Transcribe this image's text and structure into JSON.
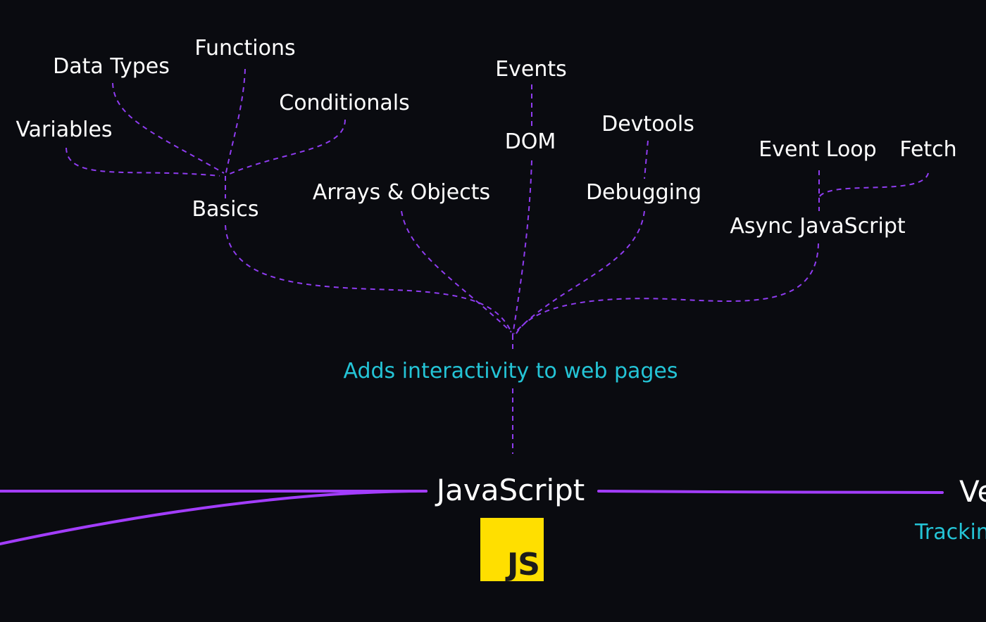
{
  "colors": {
    "background": "#0a0b10",
    "connector": "#8f3cf0",
    "main_line": "#a33dff",
    "topic_text": "#ffffff",
    "description_text": "#24c4d6",
    "js_logo_bg": "#ffdf00"
  },
  "topics": {
    "data_types": "Data Types",
    "functions": "Functions",
    "conditionals": "Conditionals",
    "variables": "Variables",
    "basics": "Basics",
    "arrays_objects": "Arrays & Objects",
    "events": "Events",
    "dom": "DOM",
    "devtools": "Devtools",
    "debugging": "Debugging",
    "event_loop": "Event Loop",
    "fetch": "Fetch",
    "async_js": "Async JavaScript"
  },
  "description": "Adds interactivity to web pages",
  "main_node": "JavaScript",
  "logo_text": "JS",
  "right_node_partial": "Ve",
  "right_description_partial": "Trackin"
}
